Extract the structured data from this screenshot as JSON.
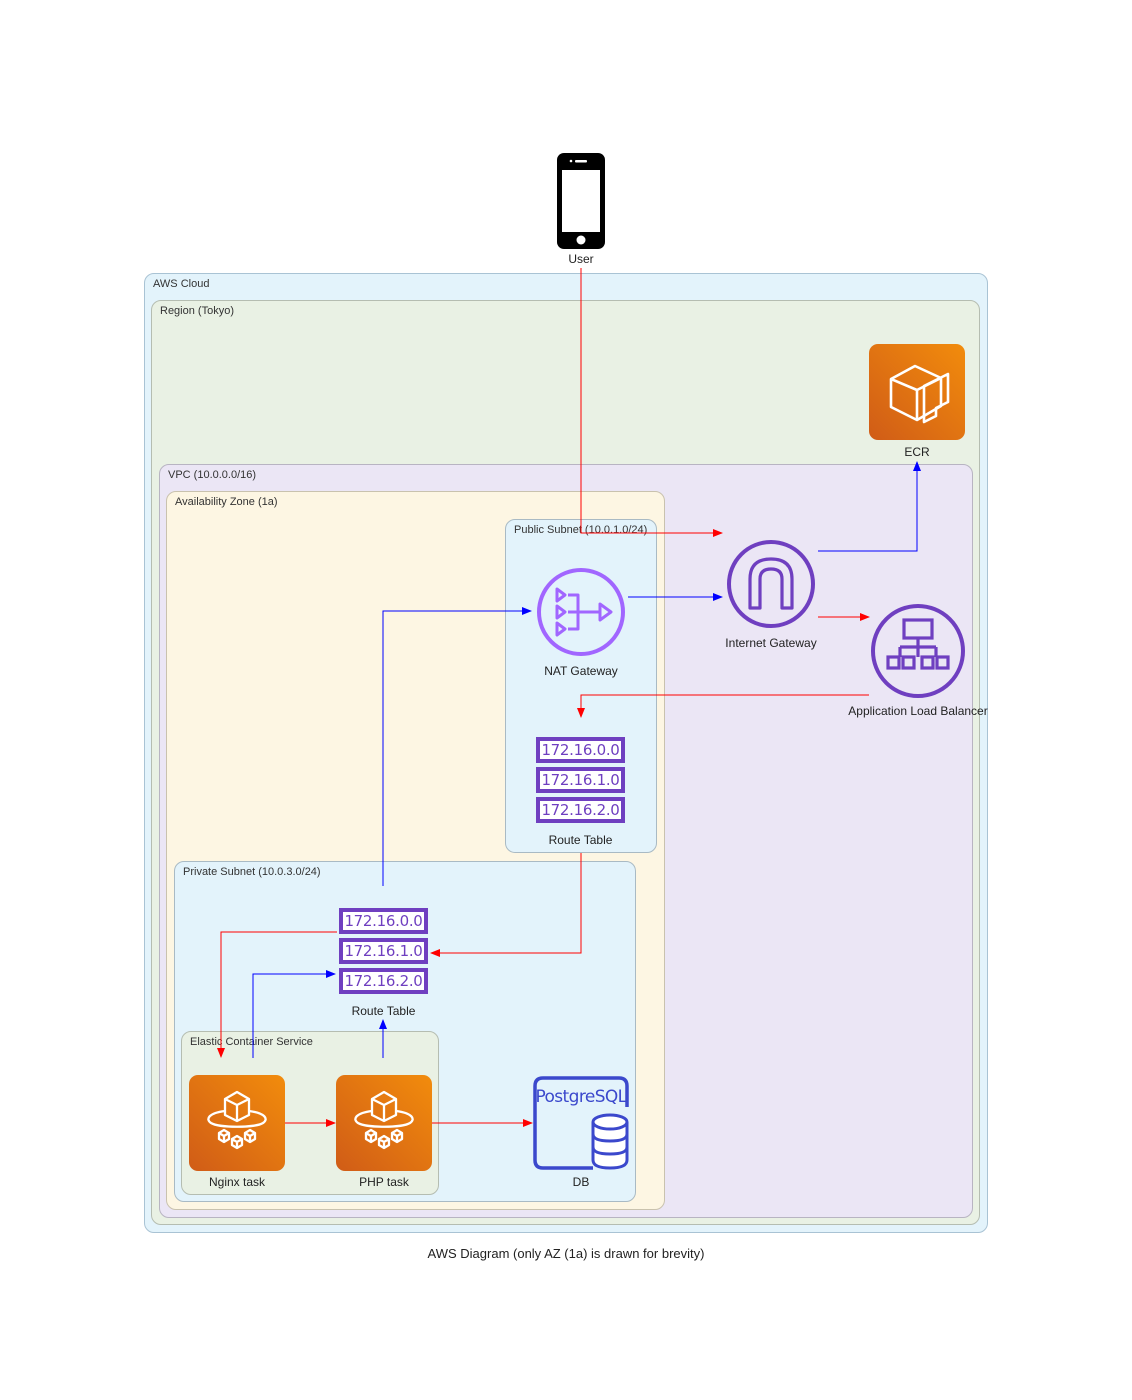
{
  "groups": {
    "aws_cloud": "AWS Cloud",
    "region": "Region (Tokyo)",
    "vpc": "VPC (10.0.0.0/16)",
    "availability_zone": "Availability Zone (1a)",
    "public_subnet": "Public Subnet (10.0.1.0/24)",
    "private_subnet": "Private Subnet (10.0.3.0/24)",
    "ecs": "Elastic Container Service"
  },
  "nodes": {
    "user": {
      "label": "User",
      "icon": "mobile-phone-icon"
    },
    "ecr": {
      "label": "ECR",
      "icon": "ecr-icon"
    },
    "internet_gateway": {
      "label": "Internet Gateway",
      "icon": "internet-gateway-icon"
    },
    "nat_gateway": {
      "label": "NAT Gateway",
      "icon": "nat-gateway-icon"
    },
    "alb": {
      "label": "Application Load Balancer",
      "icon": "load-balancer-icon"
    },
    "public_route_table": {
      "label": "Route Table",
      "icon": "route-table-icon",
      "rows": [
        "172.16.0.0",
        "172.16.1.0",
        "172.16.2.0"
      ]
    },
    "private_route_table": {
      "label": "Route Table",
      "icon": "route-table-icon",
      "rows": [
        "172.16.0.0",
        "172.16.1.0",
        "172.16.2.0"
      ]
    },
    "nginx_task": {
      "label": "Nginx task",
      "icon": "fargate-task-icon"
    },
    "php_task": {
      "label": "PHP task",
      "icon": "fargate-task-icon"
    },
    "db": {
      "label": "DB",
      "icon": "postgresql-icon",
      "icon_text": "PostgreSQL"
    }
  },
  "edges": [
    {
      "from": "User",
      "to": "Internet Gateway",
      "color": "#ff0000"
    },
    {
      "from": "Internet Gateway",
      "to": "Application Load Balancer",
      "color": "#ff0000"
    },
    {
      "from": "Application Load Balancer",
      "to": "Route Table (public)",
      "color": "#ff0000"
    },
    {
      "from": "Route Table (public)",
      "to": "Route Table (private)",
      "color": "#ff0000"
    },
    {
      "from": "Route Table (private)",
      "to": "Nginx task",
      "color": "#ff0000"
    },
    {
      "from": "Nginx task",
      "to": "PHP task",
      "color": "#ff0000"
    },
    {
      "from": "PHP task",
      "to": "DB",
      "color": "#ff0000"
    },
    {
      "from": "Nginx task",
      "to": "Route Table (private)",
      "color": "#0000ff"
    },
    {
      "from": "PHP task",
      "to": "Route Table (private)",
      "color": "#0000ff"
    },
    {
      "from": "Route Table (private)",
      "to": "NAT Gateway",
      "color": "#0000ff"
    },
    {
      "from": "NAT Gateway",
      "to": "Internet Gateway",
      "color": "#0000ff"
    },
    {
      "from": "Internet Gateway",
      "to": "ECR",
      "color": "#0000ff"
    }
  ],
  "colors": {
    "traffic_in": "#ff0000",
    "traffic_out": "#0000ff",
    "network_purple": "#6f3fc0",
    "compute_orange": "#ed7100",
    "db_blue": "#3b48cc"
  },
  "caption": "AWS Diagram (only AZ (1a) is drawn for brevity)"
}
